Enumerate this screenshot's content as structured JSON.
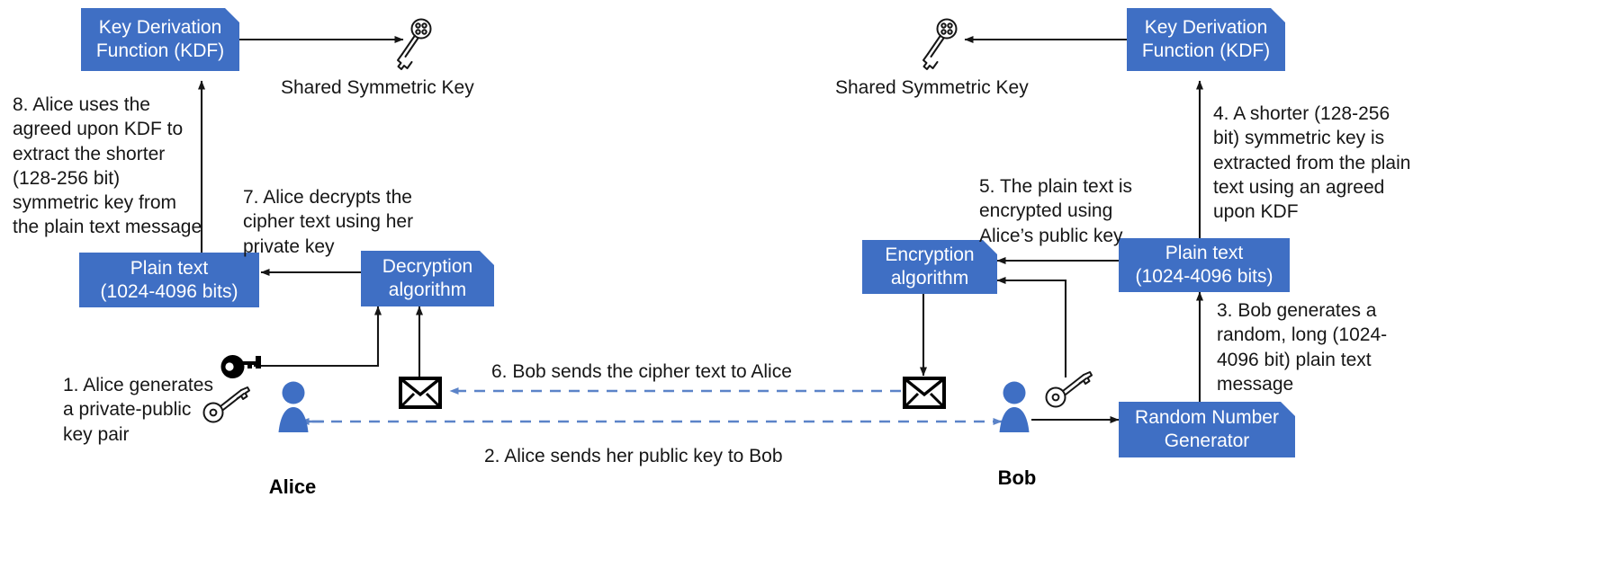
{
  "diagram": {
    "title": "Hybrid key exchange with KDF (Alice and Bob)",
    "colors": {
      "node_fill": "#3f6fc4",
      "node_text": "#ffffff",
      "arrow_solid": "#161616",
      "arrow_dashed": "#5b83c8",
      "text": "#161616",
      "person": "#3f6fc4",
      "background": "#ffffff"
    }
  },
  "nodes": {
    "kdf_left": {
      "label": "Key Derivation\nFunction (KDF)"
    },
    "kdf_right": {
      "label": "Key Derivation\nFunction (KDF)"
    },
    "plain_text_left": {
      "label": "Plain text\n(1024-4096 bits)"
    },
    "plain_text_right": {
      "label": "Plain text\n(1024-4096 bits)"
    },
    "decryption_algorithm": {
      "label": "Decryption\nalgorithm"
    },
    "encryption_algorithm": {
      "label": "Encryption\nalgorithm"
    },
    "random_number_generator": {
      "label": "Random Number\nGenerator"
    }
  },
  "captions": {
    "shared_key_left": "Shared Symmetric Key",
    "shared_key_right": "Shared Symmetric Key",
    "alice": "Alice",
    "bob": "Bob"
  },
  "steps": {
    "step1": "1. Alice generates\na private-public\nkey pair",
    "step2": "2. Alice sends her public key to Bob",
    "step3": "3. Bob generates a\nrandom, long (1024-\n4096 bit) plain text\nmessage",
    "step4": "4. A shorter (128-256\nbit) symmetric key is\nextracted from the plain\ntext using an agreed\nupon KDF",
    "step5": "5. The plain text is\nencrypted using\nAlice’s public key",
    "step6": "6. Bob sends the cipher text to Alice",
    "step7": "7. Alice decrypts the\ncipher text using her\nprivate key",
    "step8": "8. Alice uses the\nagreed upon KDF to\nextract the shorter\n(128-256 bit)\nsymmetric key from\nthe plain text message"
  },
  "icons": {
    "shared_key_left": "key-outline-diagonal-icon",
    "shared_key_right": "key-outline-diagonal-icon",
    "alice_private_key": "key-filled-icon",
    "alice_public_key": "key-outline-diagonal-icon",
    "bob_public_key": "key-outline-diagonal-icon",
    "alice_envelope": "envelope-icon",
    "bob_envelope": "envelope-icon",
    "alice_person": "person-icon",
    "bob_person": "person-icon"
  }
}
